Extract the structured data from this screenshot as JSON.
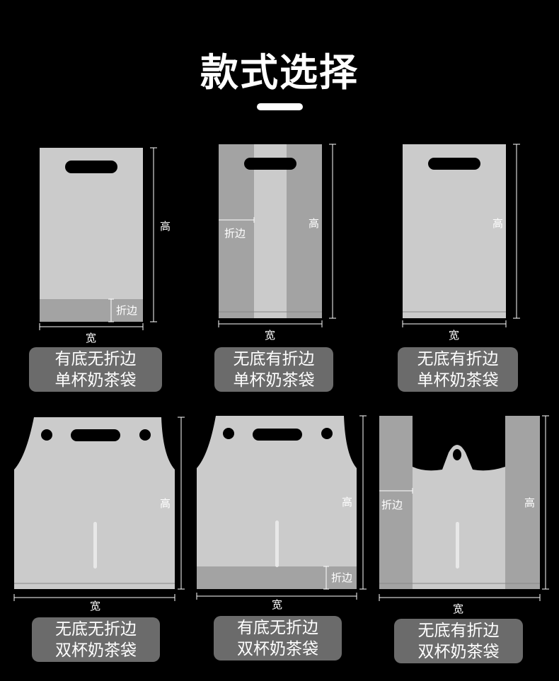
{
  "title": "款式选择",
  "labels": {
    "height": "高",
    "width": "宽",
    "fold": "折边"
  },
  "options": [
    {
      "line1": "有底无折边",
      "line2": "单杯奶茶袋"
    },
    {
      "line1": "无底有折边",
      "line2": "单杯奶茶袋"
    },
    {
      "line1": "无底有折边",
      "line2": "单杯奶茶袋"
    },
    {
      "line1": "无底无折边",
      "line2": "双杯奶茶袋"
    },
    {
      "line1": "有底无折边",
      "line2": "双杯奶茶袋"
    },
    {
      "line1": "无底有折边",
      "line2": "双杯奶茶袋"
    }
  ],
  "colors": {
    "background": "#000000",
    "bag_light": "#cbcbcb",
    "bag_dark": "#a3a3a3",
    "caption_bg": "#6b6b6b"
  }
}
